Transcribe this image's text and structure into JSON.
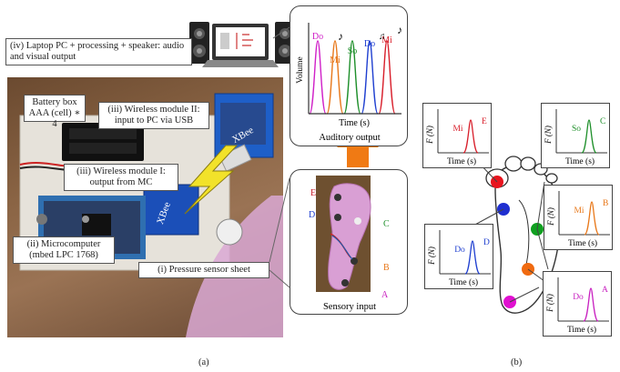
{
  "panel_a": {
    "caption": "(a)",
    "labels": {
      "laptop": "(iv) Laptop PC + processing + speaker: audio and visual output",
      "battery": "Battery box AAA (cell) ∗ 4",
      "wireless2": "(iii) Wireless module II: input to PC via USB",
      "wireless1": "(iii) Wireless module I: output from MC",
      "microcomputer": "(ii) Microcomputer (mbed LPC 1768)",
      "sensor_sheet": "(i) Pressure sensor sheet"
    },
    "auditory": {
      "title": "Auditory output",
      "ylabel": "Volume",
      "xlabel": "Time (s)",
      "notes": [
        "Do",
        "Mi",
        "So",
        "Do",
        "Mi"
      ],
      "note_colors": [
        "#d020c8",
        "#e8781a",
        "#1e8f2a",
        "#1f3fd0",
        "#d81e2a"
      ]
    },
    "sensory": {
      "title": "Sensory input",
      "points": [
        "E",
        "D",
        "C",
        "B",
        "A"
      ],
      "point_colors": [
        "#c81e2a",
        "#1f3fd0",
        "#1e8f2a",
        "#e8781a",
        "#c820c0"
      ]
    }
  },
  "panel_b": {
    "caption": "(b)",
    "ylabel": "F (N)",
    "xlabel": "Time (s)",
    "insets": [
      {
        "letter": "E",
        "note": "Mi",
        "color": "#d81e2a"
      },
      {
        "letter": "C",
        "note": "So",
        "color": "#1e8f2a"
      },
      {
        "letter": "B",
        "note": "Mi",
        "color": "#e8781a"
      },
      {
        "letter": "D",
        "note": "Do",
        "color": "#1f3fd0"
      },
      {
        "letter": "A",
        "note": "Do",
        "color": "#c820c0"
      }
    ]
  },
  "chart_data": [
    {
      "type": "line",
      "title": "Auditory output",
      "xlabel": "Time (s)",
      "ylabel": "Volume",
      "series": [
        {
          "name": "Do",
          "peak_order": 1
        },
        {
          "name": "Mi",
          "peak_order": 2
        },
        {
          "name": "So",
          "peak_order": 3
        },
        {
          "name": "Do",
          "peak_order": 4
        },
        {
          "name": "Mi",
          "peak_order": 5
        }
      ]
    }
  ]
}
